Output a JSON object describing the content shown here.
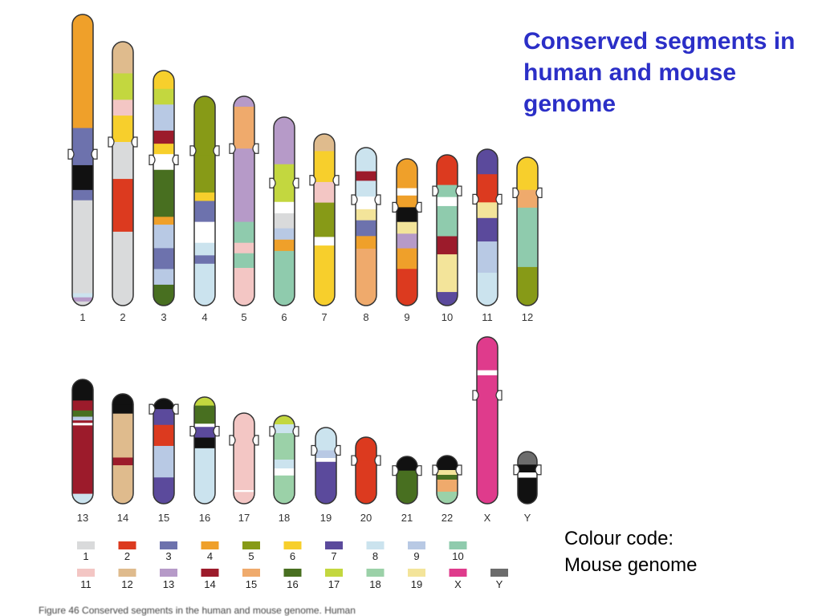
{
  "title": "Conserved segments in human and mouse genome",
  "colour_code_label": "Colour code:",
  "colour_code_sub": "Mouse genome",
  "caption_partial": "Figure 46 Conserved segments in the human and mouse genome. Human",
  "palette": {
    "1": "#d9dadb",
    "2": "#dc3a1f",
    "3": "#6d72ad",
    "4": "#efa02a",
    "5": "#879a17",
    "6": "#f7cf2c",
    "7": "#5b4a9c",
    "8": "#cbe3ee",
    "9": "#b8c9e4",
    "10": "#8fcbad",
    "11": "#f3c6c4",
    "12": "#dfbb8d",
    "13": "#b69ac8",
    "14": "#9c1b2b",
    "15": "#efaa6c",
    "16": "#486f20",
    "17": "#c3d73f",
    "18": "#9bd1a8",
    "19": "#f3e49a",
    "X": "#df3b8c",
    "Y": "#6c6c6c",
    "w": "#ffffff",
    "k": "#111111"
  },
  "legend_row1": [
    "1",
    "2",
    "3",
    "4",
    "5",
    "6",
    "7",
    "8",
    "9",
    "10"
  ],
  "legend_row2": [
    "11",
    "12",
    "13",
    "14",
    "15",
    "16",
    "17",
    "18",
    "19",
    "X",
    "Y"
  ],
  "chromosomes": [
    {
      "label": "1",
      "segments": [
        [
          "4",
          0.55
        ],
        [
          "3",
          0.18
        ],
        [
          "k",
          0.12
        ],
        [
          "3",
          0.05
        ],
        [
          "1",
          0.45
        ],
        [
          "8",
          0.02
        ],
        [
          "13",
          0.02
        ],
        [
          "1",
          0.02
        ]
      ]
    },
    {
      "label": "2",
      "segments": [
        [
          "12",
          0.12
        ],
        [
          "17",
          0.1
        ],
        [
          "11",
          0.06
        ],
        [
          "6",
          0.1
        ],
        [
          "1",
          0.02
        ],
        [
          "1",
          0.12
        ],
        [
          "2",
          0.2
        ],
        [
          "1",
          0.28
        ]
      ]
    },
    {
      "label": "3",
      "segments": [
        [
          "6",
          0.07
        ],
        [
          "17",
          0.06
        ],
        [
          "9",
          0.1
        ],
        [
          "14",
          0.05
        ],
        [
          "6",
          0.04
        ],
        [
          "w",
          0.06
        ],
        [
          "16",
          0.18
        ],
        [
          "4",
          0.03
        ],
        [
          "9",
          0.09
        ],
        [
          "3",
          0.08
        ],
        [
          "9",
          0.06
        ],
        [
          "16",
          0.08
        ]
      ]
    },
    {
      "label": "4",
      "segments": [
        [
          "5",
          0.28
        ],
        [
          "5",
          0.18
        ],
        [
          "6",
          0.04
        ],
        [
          "3",
          0.1
        ],
        [
          "w",
          0.1
        ],
        [
          "8",
          0.06
        ],
        [
          "3",
          0.04
        ],
        [
          "8",
          0.2
        ]
      ]
    },
    {
      "label": "5",
      "segments": [
        [
          "13",
          0.05
        ],
        [
          "15",
          0.2
        ],
        [
          "13",
          0.35
        ],
        [
          "10",
          0.1
        ],
        [
          "11",
          0.05
        ],
        [
          "10",
          0.07
        ],
        [
          "11",
          0.18
        ]
      ]
    },
    {
      "label": "6",
      "segments": [
        [
          "13",
          0.25
        ],
        [
          "17",
          0.2
        ],
        [
          "w",
          0.06
        ],
        [
          "1",
          0.08
        ],
        [
          "9",
          0.06
        ],
        [
          "4",
          0.06
        ],
        [
          "10",
          0.29
        ]
      ]
    },
    {
      "label": "7",
      "segments": [
        [
          "12",
          0.1
        ],
        [
          "6",
          0.18
        ],
        [
          "11",
          0.12
        ],
        [
          "5",
          0.2
        ],
        [
          "w",
          0.05
        ],
        [
          "6",
          0.35
        ]
      ]
    },
    {
      "label": "8",
      "segments": [
        [
          "8",
          0.15
        ],
        [
          "14",
          0.06
        ],
        [
          "8",
          0.1
        ],
        [
          "w",
          0.08
        ],
        [
          "19",
          0.07
        ],
        [
          "3",
          0.1
        ],
        [
          "4",
          0.08
        ],
        [
          "15",
          0.36
        ]
      ]
    },
    {
      "label": "9",
      "segments": [
        [
          "4",
          0.2
        ],
        [
          "w",
          0.05
        ],
        [
          "4",
          0.08
        ],
        [
          "k",
          0.1
        ],
        [
          "19",
          0.08
        ],
        [
          "13",
          0.1
        ],
        [
          "4",
          0.14
        ],
        [
          "2",
          0.25
        ]
      ]
    },
    {
      "label": "10",
      "segments": [
        [
          "2",
          0.2
        ],
        [
          "10",
          0.08
        ],
        [
          "w",
          0.06
        ],
        [
          "10",
          0.2
        ],
        [
          "14",
          0.12
        ],
        [
          "19",
          0.25
        ],
        [
          "7",
          0.09
        ]
      ]
    },
    {
      "label": "11",
      "segments": [
        [
          "7",
          0.16
        ],
        [
          "2",
          0.18
        ],
        [
          "19",
          0.1
        ],
        [
          "7",
          0.15
        ],
        [
          "9",
          0.2
        ],
        [
          "8",
          0.21
        ]
      ]
    },
    {
      "label": "12",
      "segments": [
        [
          "6",
          0.22
        ],
        [
          "15",
          0.12
        ],
        [
          "10",
          0.4
        ],
        [
          "5",
          0.26
        ]
      ]
    },
    {
      "label": "13",
      "segments": [
        [
          "k",
          0.1
        ],
        [
          "k",
          0.07
        ],
        [
          "14",
          0.08
        ],
        [
          "16",
          0.05
        ],
        [
          "9",
          0.03
        ],
        [
          "14",
          0.02
        ],
        [
          "w",
          0.02
        ],
        [
          "14",
          0.55
        ],
        [
          "8",
          0.08
        ]
      ]
    },
    {
      "label": "14",
      "segments": [
        [
          "k",
          0.1
        ],
        [
          "k",
          0.08
        ],
        [
          "12",
          0.4
        ],
        [
          "14",
          0.07
        ],
        [
          "12",
          0.35
        ]
      ]
    },
    {
      "label": "15",
      "segments": [
        [
          "k",
          0.1
        ],
        [
          "7",
          0.15
        ],
        [
          "2",
          0.2
        ],
        [
          "9",
          0.3
        ],
        [
          "7",
          0.25
        ]
      ]
    },
    {
      "label": "16",
      "segments": [
        [
          "17",
          0.08
        ],
        [
          "16",
          0.17
        ],
        [
          "w",
          0.03
        ],
        [
          "7",
          0.1
        ],
        [
          "k",
          0.1
        ],
        [
          "8",
          0.52
        ]
      ]
    },
    {
      "label": "17",
      "segments": [
        [
          "11",
          0.3
        ],
        [
          "11",
          0.55
        ],
        [
          "w",
          0.02
        ],
        [
          "11",
          0.13
        ]
      ]
    },
    {
      "label": "18",
      "segments": [
        [
          "17",
          0.1
        ],
        [
          "8",
          0.1
        ],
        [
          "18",
          0.3
        ],
        [
          "8",
          0.1
        ],
        [
          "w",
          0.08
        ],
        [
          "18",
          0.32
        ]
      ]
    },
    {
      "label": "19",
      "segments": [
        [
          "8",
          0.3
        ],
        [
          "9",
          0.1
        ],
        [
          "w",
          0.05
        ],
        [
          "7",
          0.55
        ]
      ]
    },
    {
      "label": "20",
      "segments": [
        [
          "2",
          0.35
        ],
        [
          "2",
          0.65
        ]
      ]
    },
    {
      "label": "21",
      "segments": [
        [
          "k",
          0.3
        ],
        [
          "16",
          0.7
        ]
      ]
    },
    {
      "label": "22",
      "segments": [
        [
          "k",
          0.3
        ],
        [
          "19",
          0.1
        ],
        [
          "16",
          0.1
        ],
        [
          "15",
          0.25
        ],
        [
          "18",
          0.25
        ]
      ]
    },
    {
      "label": "X",
      "segments": [
        [
          "X",
          0.2
        ],
        [
          "w",
          0.03
        ],
        [
          "X",
          0.77
        ]
      ]
    },
    {
      "label": "Y",
      "segments": [
        [
          "Y",
          0.25
        ],
        [
          "k",
          0.15
        ],
        [
          "w",
          0.1
        ],
        [
          "k",
          0.5
        ]
      ]
    }
  ]
}
